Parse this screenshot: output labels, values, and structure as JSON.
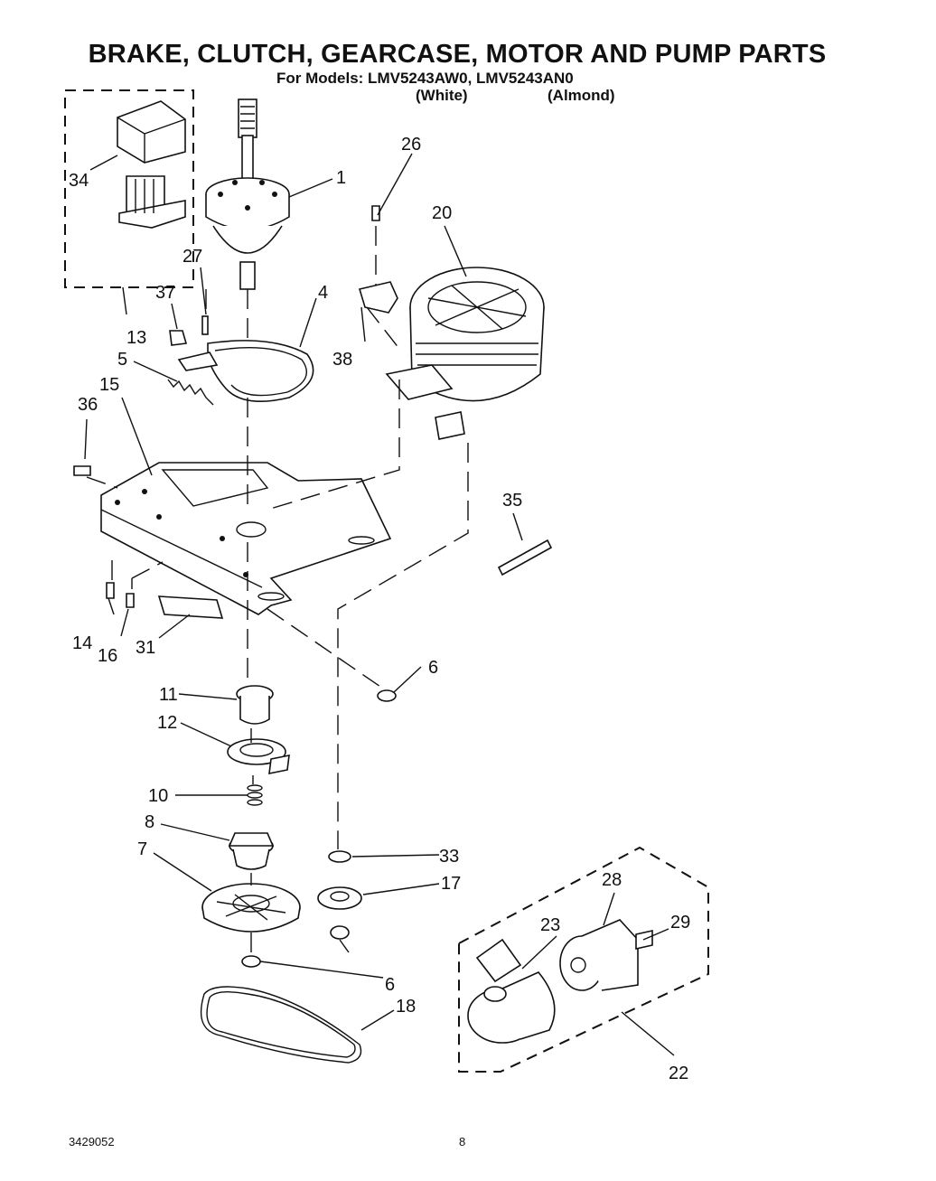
{
  "header": {
    "title": "BRAKE, CLUTCH, GEARCASE, MOTOR AND PUMP PARTS",
    "models": "For Models:  LMV5243AW0,  LMV5243AN0",
    "color_white": "(White)",
    "color_almond": "(Almond)"
  },
  "callouts": {
    "c1": "1",
    "c4": "4",
    "c5": "5",
    "c6a": "6",
    "c6b": "6",
    "c7": "7",
    "c8": "8",
    "c10": "10",
    "c11": "11",
    "c12": "12",
    "c13": "13",
    "c14": "14",
    "c15": "15",
    "c16": "16",
    "c17": "17",
    "c18": "18",
    "c20": "20",
    "c22": "22",
    "c23": "23",
    "c26": "26",
    "c27": "27",
    "c28": "28",
    "c29": "29",
    "c31": "31",
    "c33": "33",
    "c34": "34",
    "c35": "35",
    "c36": "36",
    "c37": "37",
    "c38": "38"
  },
  "footer": {
    "doc_number": "3429052",
    "page_number": "8"
  }
}
